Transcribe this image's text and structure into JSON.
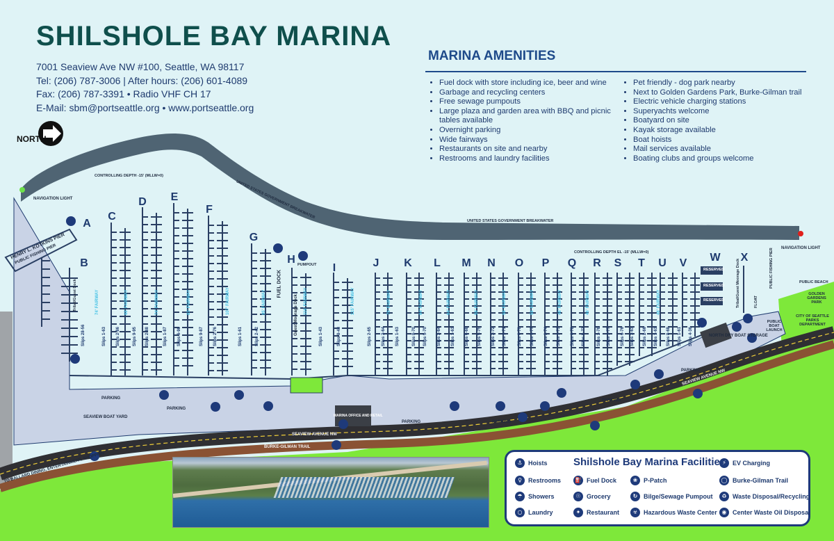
{
  "title": "SHILSHOLE BAY MARINA",
  "contact": {
    "address": "7001 Seaview Ave NW #100, Seattle, WA 98117",
    "tel": "Tel: (206) 787-3006 | After hours:  (206) 601-4089",
    "fax": "Fax: (206) 787-3391 • Radio VHF CH 17",
    "email": "E-Mail: sbm@portseattle.org • www.portseattle.org"
  },
  "amenities": {
    "heading": "MARINA AMENITIES",
    "col1": [
      "Fuel dock with store including ice, beer and wine",
      "Garbage and recycling centers",
      "Free sewage pumpouts",
      "Large plaza and garden area with BBQ and picnic tables available",
      "Overnight parking",
      "Wide fairways",
      "Restaurants on site and nearby",
      "Restrooms and laundry facilities"
    ],
    "col2": [
      "Pet friendly - dog park nearby",
      "Next to Golden Gardens Park, Burke-Gilman trail",
      "Electric vehicle charging stations",
      "Superyachts welcome",
      "Boatyard on site",
      "Kayak storage available",
      "Boat hoists",
      "Mail services available",
      "Boating clubs and groups welcome"
    ]
  },
  "map_labels": {
    "north": "NORTH",
    "nav_light_left": "NAVIGATION LIGHT",
    "nav_light_right": "NAVIGATION LIGHT",
    "depth_left": "CONTROLLING DEPTH -15' (MLLW=0)",
    "depth_right": "CONTROLLING DEPTH EL -15' (MLLW=0)",
    "breakwater_1": "UNITED STATES GOVERNMENT BREAKWATER",
    "breakwater_2": "UNITED STATES GOVERNMENT BREAKWATER",
    "pier": "HENRY L. KOTKINS PIER",
    "pier_sub": "PUBLIC FISHING PIER",
    "fuel_dock": "FUEL DOCK",
    "guest_moorage": "Guest Moorage Dock",
    "pumpout": "PUMPOUT",
    "tribal_guest_left": "Tribal/Guest Dock",
    "tribal_guest_right": "Tribal/Guest Moorage Dock",
    "reserved": "RESERVED",
    "north_dry_boat_storage": "NORTH DRY BOAT STORAGE",
    "marina_office": "MARINA OFFICE AND RETAIL",
    "seaview_boatyard": "SEAVIEW BOAT YARD",
    "parking": "PARKING",
    "seaview_ave": "SEAVIEW AVENUE NW",
    "burke_gilman": "BURKE-GILMAN TRAIL",
    "to_ballard": "TO BALLARD DINING, ENTERTAINMENT, SHOPPING",
    "public_beach": "PUBLIC BEACH",
    "golden_gardens": "GOLDEN GARDENS PARK",
    "city_parks": "CITY OF SEATTLE PARKS DEPARTMENT",
    "public_boat_launch": "PUBLIC BOAT LAUNCH",
    "public_fishing_pier": "PUBLIC FISHING PIER",
    "float": "FLOAT"
  },
  "docks": [
    "A",
    "B",
    "C",
    "D",
    "E",
    "F",
    "G",
    "H",
    "I",
    "J",
    "K",
    "L",
    "M",
    "N",
    "O",
    "P",
    "Q",
    "R",
    "S",
    "T",
    "U",
    "V",
    "W",
    "X"
  ],
  "fairways": [
    "74' FAIRWAY",
    "68' FAIRWAY",
    "74' FAIRWAY",
    "83' FAIRWAY",
    "107' FAIRWAY",
    "95' FAIRWAY",
    "116' FAIRWAY",
    "115' FAIRWAY",
    "75' FAIRWAY",
    "64' FAIRWAY",
    "64' FAIRWAY",
    "58' FAIRWAY",
    "58' FAIRWAY",
    "58' FAIRWAY",
    "46' FAIRWAY",
    "46' FAIRWAY",
    "46' FAIRWAY"
  ],
  "slips": [
    "Slips 28-56",
    "Slips 1-63",
    "Slips 2-86",
    "Slips 9-95",
    "Slips 2-88",
    "Slips 1-87",
    "Slips 6-90",
    "Slips 9-87",
    "Slips 2-76",
    "Slips 1-61",
    "Slips 2-42",
    "Slips 1-43",
    "Slips 8-48",
    "Slips 2-65",
    "Slips 2-64",
    "Slips 1-63",
    "Slips 8-70",
    "Slips 5-70",
    "Slips 2-64",
    "Slips 1-63",
    "Slips 6-68",
    "Slips 5-75",
    "Slips 2-72",
    "Slips 1-71",
    "Slips 6-78",
    "Slips 5-77",
    "Slips 2-74",
    "Slips 1-73",
    "Slips 6-78",
    "Slips 5-77",
    "Slips 2-76",
    "Slips 1-77",
    "Slips 6-76",
    "Slips 3-63",
    "Slips 2-66",
    "Slips 1-63",
    "Slips 8-68",
    "Slips 1-61",
    "Slips 4-36"
  ],
  "legend": {
    "title": "Shilshole Bay Marina Facilities",
    "items": [
      {
        "label": "Hoists",
        "icon": "hoist-icon"
      },
      {
        "label": "Restrooms",
        "icon": "restroom-icon"
      },
      {
        "label": "Showers",
        "icon": "shower-icon"
      },
      {
        "label": "Laundry",
        "icon": "laundry-icon"
      },
      {
        "label": "Fuel Dock",
        "icon": "fuel-icon"
      },
      {
        "label": "Grocery",
        "icon": "grocery-icon"
      },
      {
        "label": "Restaurant",
        "icon": "restaurant-icon"
      },
      {
        "label": "P-Patch",
        "icon": "ppatch-icon"
      },
      {
        "label": "Bilge/Sewage Pumpout",
        "icon": "pumpout-icon"
      },
      {
        "label": "Hazardous Waste Center",
        "icon": "hazard-icon"
      },
      {
        "label": "EV Charging",
        "icon": "ev-icon"
      },
      {
        "label": "Burke-Gilman Trail",
        "icon": "bike-icon"
      },
      {
        "label": "Waste Disposal/Recycling",
        "icon": "recycle-icon"
      },
      {
        "label": "Center Waste Oil Disposal",
        "icon": "oil-icon"
      }
    ]
  },
  "colors": {
    "water": "#dff3f6",
    "breakwater": "#4f6473",
    "land": "#c9d3e6",
    "grass": "#7ee83a",
    "road": "#2f2f33",
    "trail": "#8a5234",
    "dock": "#2a3f63",
    "title": "#0f4f4c"
  }
}
